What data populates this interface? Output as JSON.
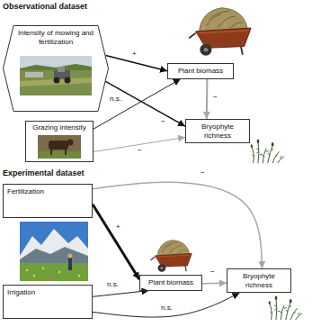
{
  "diagram": {
    "nodes": [
      {
        "text": [
          "Intensity of mowing and fertilization"
        ]
      },
      {
        "text": [
          "Plant biomass"
        ]
      },
      {
        "text": [
          "Grazing intensity"
        ]
      },
      {
        "text": [
          "Bryophyte richness"
        ]
      },
      {
        "text": [
          "Fertilization"
        ]
      },
      {
        "text": [
          "Plant biomass"
        ]
      },
      {
        "text": [
          "Irrigation"
        ]
      },
      {
        "text": [
          "Bryophyte richness"
        ]
      }
    ],
    "edges": [
      {
        "from": 0,
        "to": 1,
        "label": "+",
        "arrow": "to"
      },
      {
        "from": 2,
        "to": 1,
        "label": "n.s.",
        "arrow": "to"
      },
      {
        "from": 0,
        "to": 3,
        "label": "−",
        "arrow": "to"
      },
      {
        "from": 2,
        "to": 3,
        "label": "−",
        "arrow": "to"
      },
      {
        "from": 1,
        "to": 3,
        "label": "−",
        "arrow": "to"
      },
      {
        "from": 4,
        "to": 5,
        "label": "+",
        "arrow": "to"
      },
      {
        "from": 4,
        "to": 7,
        "label": "−",
        "arrow": "to"
      },
      {
        "from": 5,
        "to": 7,
        "label": "−",
        "arrow": "to"
      },
      {
        "from": 6,
        "to": 5,
        "label": "n.s.",
        "arrow": "to"
      },
      {
        "from": 6,
        "to": 7,
        "label": "n.s.",
        "arrow": "to"
      }
    ],
    "labels": [
      "Observational dataset",
      "Experimental dataset"
    ]
  }
}
